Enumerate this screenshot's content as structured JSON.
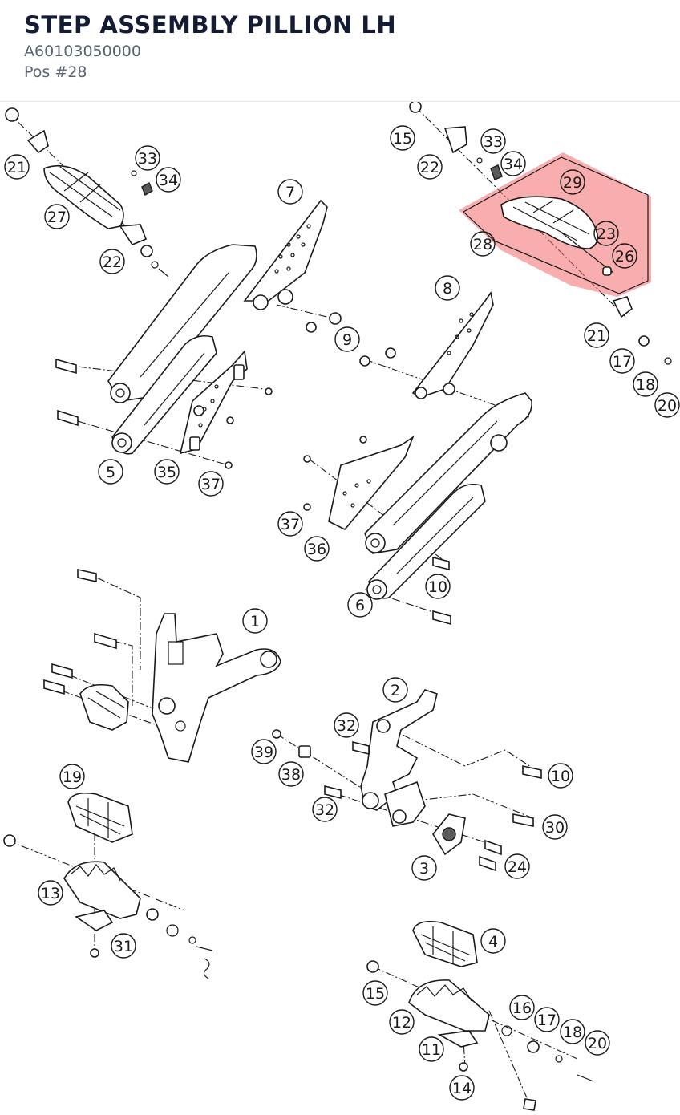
{
  "header": {
    "title": "STEP ASSEMBLY PILLION LH",
    "part_number": "A60103050000",
    "position": "Pos #28"
  },
  "highlight": {
    "color": "#f26b6b",
    "opacity": 0.55,
    "selected_position": "28"
  },
  "callouts": [
    {
      "id": "c21a",
      "label": "21"
    },
    {
      "id": "c27",
      "label": "27"
    },
    {
      "id": "c33a",
      "label": "33"
    },
    {
      "id": "c34a",
      "label": "34"
    },
    {
      "id": "c22a",
      "label": "22"
    },
    {
      "id": "c7",
      "label": "7"
    },
    {
      "id": "c9",
      "label": "9"
    },
    {
      "id": "c5",
      "label": "5"
    },
    {
      "id": "c35",
      "label": "35"
    },
    {
      "id": "c37a",
      "label": "37"
    },
    {
      "id": "c15a",
      "label": "15"
    },
    {
      "id": "c22b",
      "label": "22"
    },
    {
      "id": "c33b",
      "label": "33"
    },
    {
      "id": "c34b",
      "label": "34"
    },
    {
      "id": "c29",
      "label": "29"
    },
    {
      "id": "c23",
      "label": "23"
    },
    {
      "id": "c28",
      "label": "28"
    },
    {
      "id": "c26",
      "label": "26"
    },
    {
      "id": "c21b",
      "label": "21"
    },
    {
      "id": "c17a",
      "label": "17"
    },
    {
      "id": "c18a",
      "label": "18"
    },
    {
      "id": "c20a",
      "label": "20"
    },
    {
      "id": "c8",
      "label": "8"
    },
    {
      "id": "c37b",
      "label": "37"
    },
    {
      "id": "c36",
      "label": "36"
    },
    {
      "id": "c10a",
      "label": "10"
    },
    {
      "id": "c6",
      "label": "6"
    },
    {
      "id": "c1",
      "label": "1"
    },
    {
      "id": "c2",
      "label": "2"
    },
    {
      "id": "c32a",
      "label": "32"
    },
    {
      "id": "c39",
      "label": "39"
    },
    {
      "id": "c38",
      "label": "38"
    },
    {
      "id": "c10b",
      "label": "10"
    },
    {
      "id": "c32b",
      "label": "32"
    },
    {
      "id": "c30",
      "label": "30"
    },
    {
      "id": "c3",
      "label": "3"
    },
    {
      "id": "c24",
      "label": "24"
    },
    {
      "id": "c19",
      "label": "19"
    },
    {
      "id": "c13",
      "label": "13"
    },
    {
      "id": "c31",
      "label": "31"
    },
    {
      "id": "c4",
      "label": "4"
    },
    {
      "id": "c15b",
      "label": "15"
    },
    {
      "id": "c16",
      "label": "16"
    },
    {
      "id": "c17b",
      "label": "17"
    },
    {
      "id": "c18b",
      "label": "18"
    },
    {
      "id": "c20b",
      "label": "20"
    },
    {
      "id": "c12",
      "label": "12"
    },
    {
      "id": "c11",
      "label": "11"
    },
    {
      "id": "c14",
      "label": "14"
    }
  ]
}
